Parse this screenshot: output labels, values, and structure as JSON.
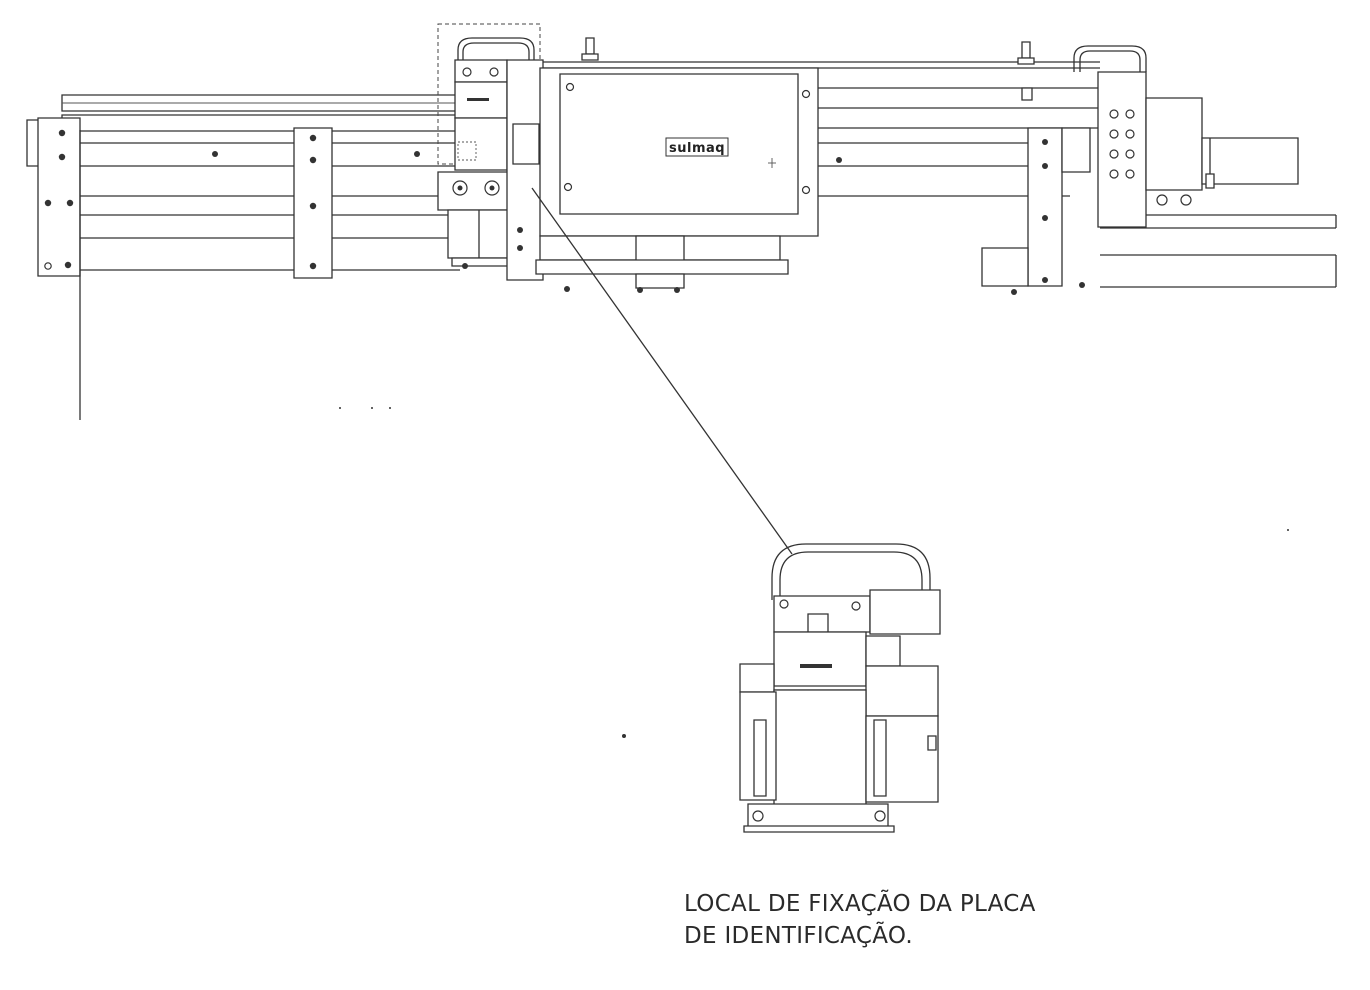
{
  "diagram": {
    "brand_mark": "sulmaq",
    "caption": {
      "line1": "LOCAL DE FIXAÇÃO DA PLACA",
      "line2": "DE IDENTIFICAÇÃO."
    }
  }
}
